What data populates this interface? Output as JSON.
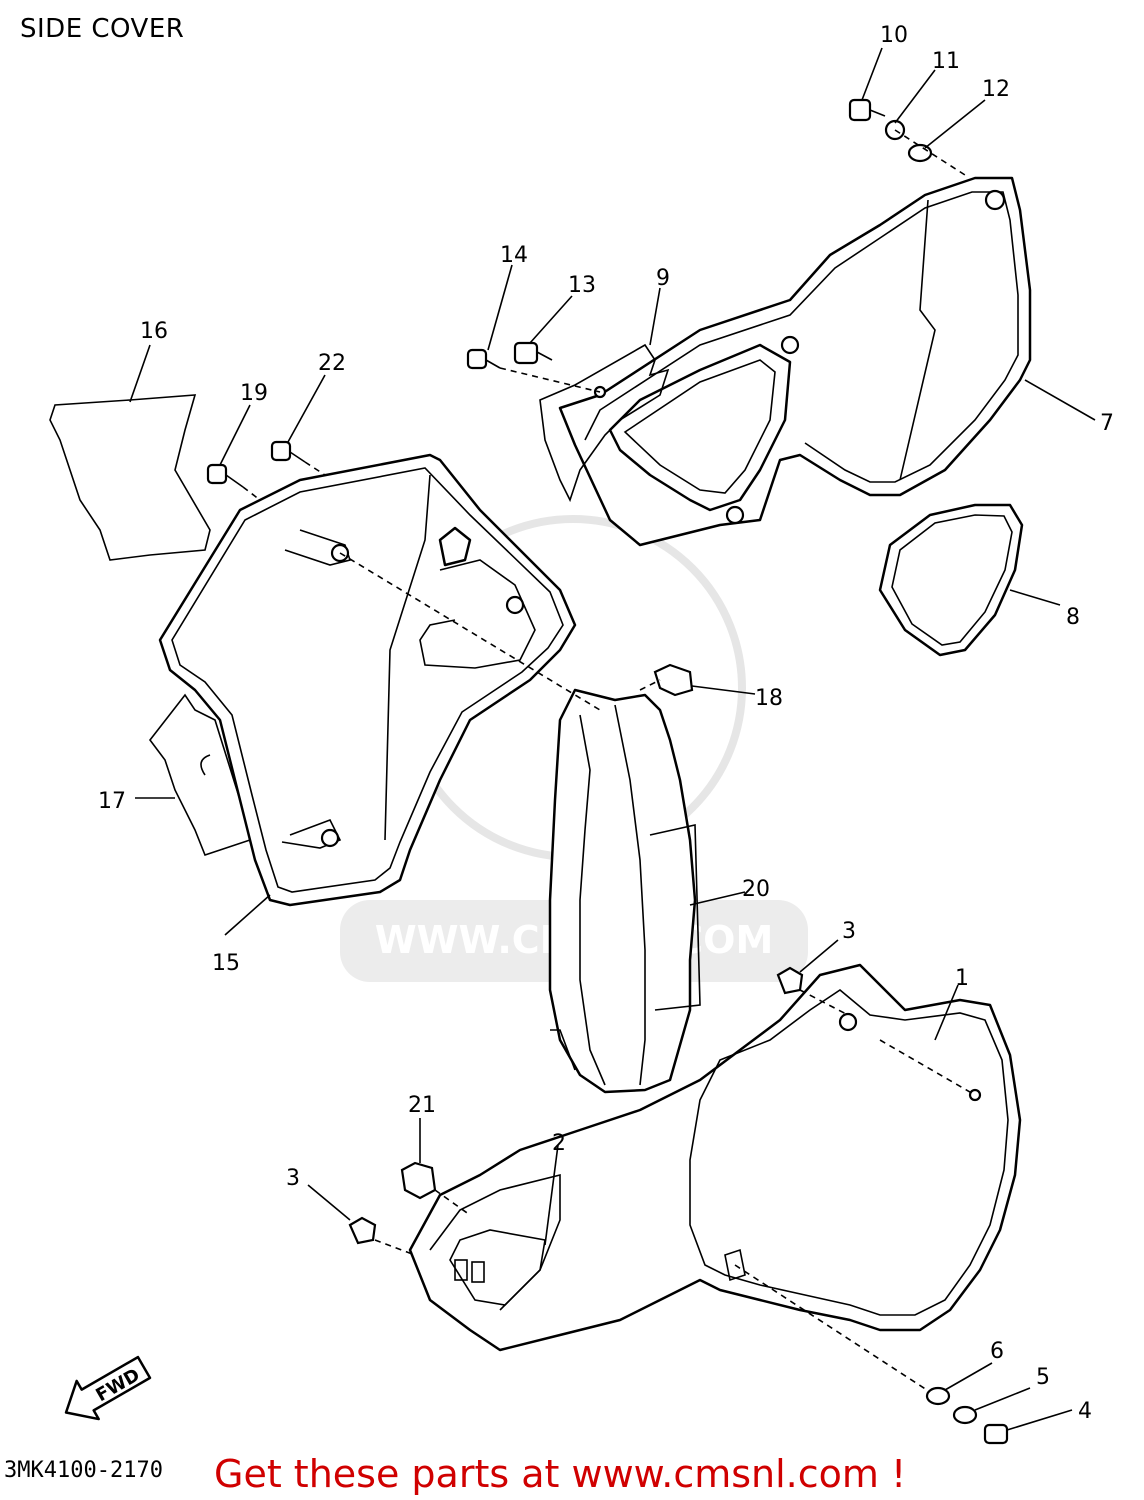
{
  "title": "SIDE COVER",
  "diagram_code": "3MK4100-2170",
  "promo_text": "Get these parts at www.cmsnl.com !",
  "watermark_text": "WWW.CMSNL.COM",
  "fwd_label": "FWD",
  "callouts": [
    "1",
    "2",
    "3",
    "3",
    "4",
    "5",
    "6",
    "7",
    "8",
    "9",
    "10",
    "11",
    "12",
    "13",
    "14",
    "15",
    "16",
    "17",
    "18",
    "19",
    "20",
    "21",
    "22"
  ],
  "colors": {
    "promo": "#d00000",
    "line": "#000000",
    "watermark": "#e6e6e6"
  }
}
